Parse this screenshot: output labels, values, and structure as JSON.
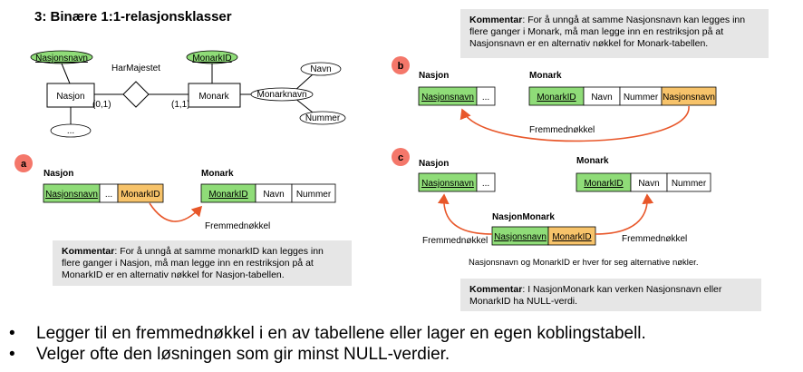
{
  "title": "3: Binære 1:1-relasjonsklasser",
  "er": {
    "nasjon": "Nasjon",
    "monark": "Monark",
    "relation": "HarMajestet",
    "card_left": "(0,1)",
    "card_right": "(1,1)",
    "attr_nasjonsnavn": "Nasjonsnavn",
    "attr_monarkid": "MonarkID",
    "attr_more": "...",
    "attr_monarknavn": "Monarknavn",
    "attr_navn": "Navn",
    "attr_nummer": "Nummer"
  },
  "badges": {
    "a": "a",
    "b": "b",
    "c": "c"
  },
  "a": {
    "nasjon_label": "Nasjon",
    "nasjon_cols": [
      "Nasjonsnavn",
      "...",
      "MonarkID"
    ],
    "monark_label": "Monark",
    "monark_cols": [
      "MonarkID",
      "Navn",
      "Nummer"
    ],
    "fk_label": "Fremmednøkkel",
    "comment_bold": "Kommentar",
    "comment_text": ": For å unngå at samme monarkID kan legges inn flere ganger i Nasjon, må man legge inn en restriksjon på at MonarkID er en alternativ nøkkel for Nasjon-tabellen."
  },
  "b": {
    "comment_bold": "Kommentar",
    "comment_text": ": For å unngå at samme Nasjonsnavn kan legges inn flere ganger i Monark, må man legge inn en restriksjon på at Nasjonsnavn er en alternativ nøkkel for Monark-tabellen.",
    "nasjon_label": "Nasjon",
    "nasjon_cols": [
      "Nasjonsnavn",
      "..."
    ],
    "monark_label": "Monark",
    "monark_cols": [
      "MonarkID",
      "Navn",
      "Nummer",
      "Nasjonsnavn"
    ],
    "fk_label": "Fremmednøkkel"
  },
  "c": {
    "nasjon_label": "Nasjon",
    "nasjon_cols": [
      "Nasjonsnavn",
      "..."
    ],
    "monark_label": "Monark",
    "monark_cols": [
      "MonarkID",
      "Navn",
      "Nummer"
    ],
    "link_label": "NasjonMonark",
    "link_cols": [
      "Nasjonsnavn",
      "MonarkID"
    ],
    "fk_left": "Fremmednøkkel",
    "fk_right": "Fremmednøkkel",
    "note": "Nasjonsnavn og MonarkID er hver for seg alternative nøkler.",
    "comment_bold": "Kommentar",
    "comment_text": ": I NasjonMonark kan verken Nasjonsnavn eller MonarkID ha NULL-verdi."
  },
  "bullets": [
    "Legger til en fremmednøkkel i en av tabellene eller lager en egen koblingstabell.",
    "Velger ofte den løsningen som gir minst NULL-verdier."
  ],
  "colors": {
    "pk_green": "#8fdc78",
    "fk_orange": "#f7c36a",
    "arrow": "#e8572a",
    "badge": "#f4776a",
    "comment_bg": "#e6e6e6"
  }
}
